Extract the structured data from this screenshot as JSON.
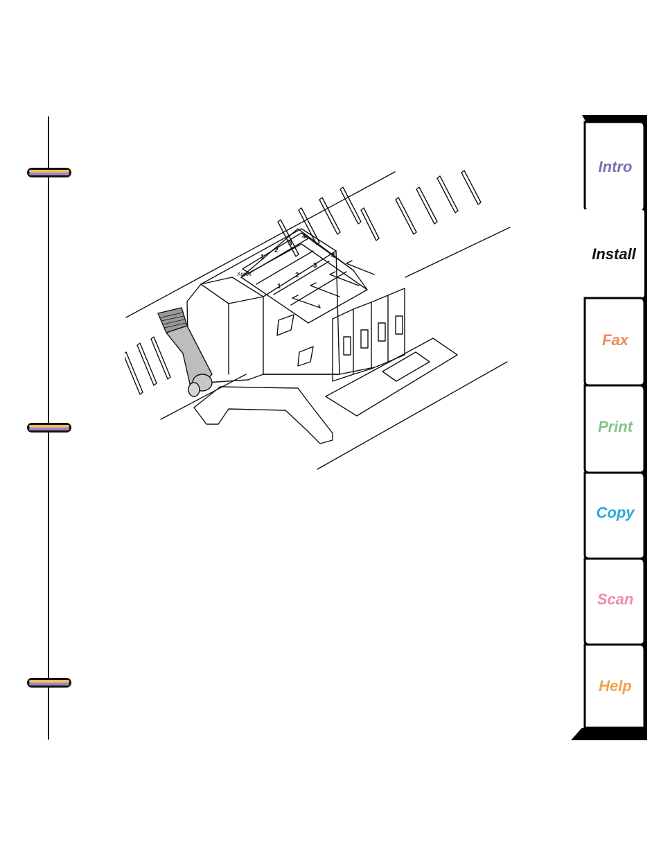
{
  "tabs": [
    {
      "label": "Intro",
      "color": "#7e6fb0",
      "active": false
    },
    {
      "label": "Install",
      "color": "#111111",
      "active": true
    },
    {
      "label": "Fax",
      "color": "#f08a5a",
      "active": false
    },
    {
      "label": "Print",
      "color": "#86c48a",
      "active": false
    },
    {
      "label": "Copy",
      "color": "#2aa8d8",
      "active": false
    },
    {
      "label": "Scan",
      "color": "#f08ab0",
      "active": false
    },
    {
      "label": "Help",
      "color": "#f5a050",
      "active": false
    }
  ],
  "illustration": {
    "subject": "print-cartridge-carriage",
    "slot_numbers": [
      "1",
      "2",
      "3",
      "4"
    ],
    "cartridge_numbers": [
      "1",
      "2",
      "3",
      "4"
    ],
    "holder_label": "Xerox"
  },
  "binder": {
    "ring_count": 3
  }
}
